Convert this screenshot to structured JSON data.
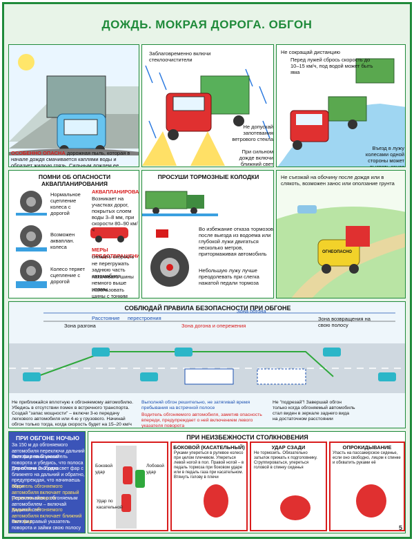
{
  "title": "ДОЖДЬ. МОКРАЯ ДОРОГА. ОБГОН",
  "p1": {
    "red": "ОСОБЕННО ОПАСНА",
    "text": "дорожная пыль, которая в начале дождя смачивается каплями воды и образует жидкую грязь. Сильным дождем ее смывает, и опасность заноса снижается"
  },
  "p2": {
    "top": "Заблаговременно включи стеклоочистители",
    "mid": "Не допускай запотевания ветрового стекла",
    "bottom": "При сильном дожде включи ближний свет"
  },
  "p3": {
    "top": "Не сокращай дистанцию",
    "top2": "Перед лужей сбрось скорость до 10–15 км/ч, под водой может быть яма",
    "bottom": "Въезд в лужу колесами одной стороны может вызвать занос"
  },
  "p4": {
    "header": "ПОМНИ ОБ ОПАСНОСТИ АКВАПЛАНИРОВАНИЯ",
    "w1": "Нормальное сцепление колеса с дорогой",
    "w2": "Возможен акваплан. колеса",
    "w3": "Колесо теряет сцепление с дорогой",
    "aqua_h": "АКВАПЛАНИРОВАНИЕ",
    "aqua_t": "Возникает на участках дорог, покрытых слоем воды 3–8 мм, при скорости 80–90 км/ч",
    "meas_h": "МЕРЫ ПРЕДОТВРАЩЕНИЯ",
    "m1": "снижать скорость",
    "m2": "не перегружать заднюю часть автомобиля",
    "m3": "накачивать шины немного выше нормы",
    "m4": "использовать шины с тонким рисунком протектора"
  },
  "p5": {
    "header": "ПРОСУШИ ТОРМОЗНЫЕ КОЛОДКИ",
    "t1": "Во избежание отказа тормозов после выезда из водоема или глубокой лужи двигаться несколько метров, притормаживая автомобиль",
    "t2": "Небольшую лужу лучше преодолевать при слегка нажатой педали тормоза"
  },
  "p6": {
    "top": "Не съезжай на обочину после дождя или в слякоть, возможен занос или оползание грунта",
    "sign": "ОГНЕОПАСНО"
  },
  "overtake": {
    "header": "СОБЛЮДАЙ ПРАВИЛА БЕЗОПАСНОСТИ ПРИ ОБГОНЕ",
    "zone": "Зона обгона",
    "dist_l": "Расстояние",
    "dist_r": "перестроения",
    "z1": "Зона разгона",
    "z2": "Зона догона и опережения",
    "z3": "Зона возвращения на свою полосу",
    "c1": "Не приближайся вплотную к обгоняемому автомобилю. Убедись в отсутствии помех в встречного транспорта. Создай \"запас мощности\" – включи 3-ю передачу легкового автомобиля или 4-ю у грузового. Начинай обгон только тогда, когда скорость будет на 15–20 км/ч выше, чем у обгоняемого автомобиля",
    "c2": "Выполняй обгон решительно, не затягивай время пребывания на встречной полосе",
    "c2b": "Водитель обгоняемого автомобиля, заметив опасность впереди, предупреждает о ней включением левого указателя поворота",
    "c3": "Не \"подрезай\"! Завершай обгон только когда обгоняемый автомобиль стал виден в зеркале заднего вида на достаточном расстоянии"
  },
  "night": {
    "header": "ПРИ ОБГОНЕ НОЧЬЮ",
    "l1": "За 150 м до обгоняемого автомобиля переключи дальний свет фар на ближний",
    "l2": "Включи левый указатель поворота и убедись, что полоса для обгона свободна",
    "l3": "Переключи 2–3 раза свет фар с ближнего на дальний и обратно, предупреждая, что начинаешь обгон",
    "l4": "Водитель обгоняемого автомобиля включает правый указатель поворота",
    "l5": "Переключайся с обгоняемым автомобилем – включай дальний свет",
    "l6": "Водитель обгоняемого автомобиля включает ближний свет фар",
    "l7": "Включи правый указатель поворота и займи свою полосу"
  },
  "collision": {
    "header": "ПРИ НЕИЗБЕЖНОСТИ СТОЛКНОВЕНИЯ",
    "s1": "Боковой удар",
    "s2": "Лобовой удар",
    "s3": "Удар по касательной",
    "b1_h": "БОКОВОЙ (КАСАТЕЛЬНЫЙ)",
    "b1_t": "Руками упереться в рулевое колесо при целом плечевом. Упереться левой ногой в пол. Правой ногой – в педаль тормоза при боковом ударе или в педаль газа при касательном. Втянуть голову в плечи",
    "b2_h": "УДАР СЗАДИ",
    "b2_t": "Не тормозить. Обязательно затылок прижать к подголовнику. Сгруппироваться, упереться головой в спинку сиденья",
    "b3_h": "ОПРОКИДЫВАНИЕ",
    "b3_t": "Упасть на пассажирское сиденье, если оно свободно, лицом к спинке и обхватить руками её"
  },
  "page_num": "5",
  "colors": {
    "green": "#1f8a3a",
    "red": "#d81c1c",
    "yellow": "#f2d22a"
  }
}
